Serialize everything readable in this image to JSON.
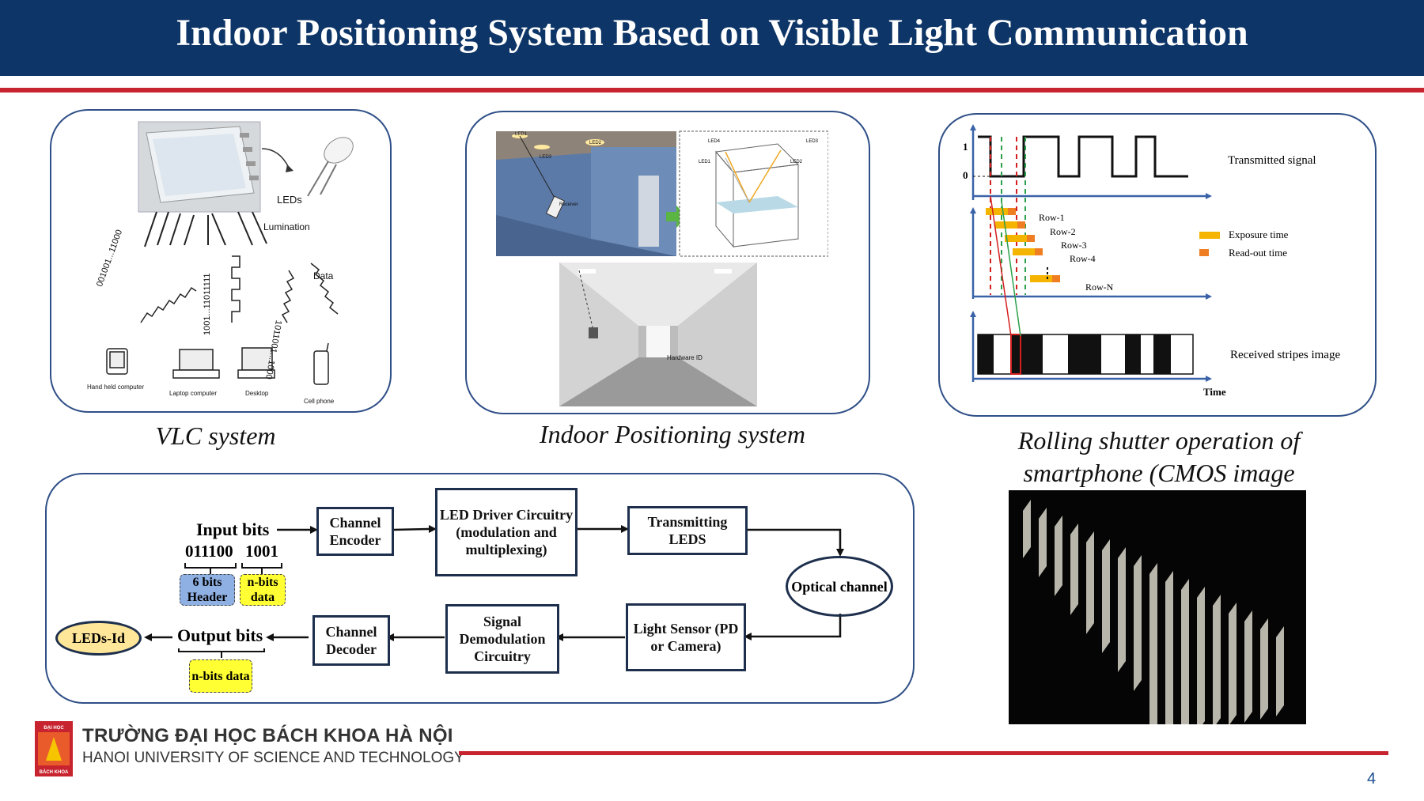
{
  "title": "Indoor Positioning System Based on Visible Light Communication",
  "vlc_panel": {
    "caption": "VLC system",
    "leds_label": "LEDs",
    "lumination_label": "Lumination",
    "data_label": "Data",
    "bitstreams": [
      "001001...11000",
      "1001...11011111",
      "1011001...1000"
    ],
    "devices": [
      "Hand held computer",
      "Laptop computer",
      "Desktop",
      "Cell phone"
    ]
  },
  "ips_panel": {
    "caption": "Indoor Positioning system",
    "led_labels": [
      "LED1",
      "LED2",
      "LED3",
      "LED4"
    ],
    "receiver_label": "Receiver",
    "hardware_label": "Hardware ID"
  },
  "rolling_panel": {
    "caption": "Rolling shutter operation of smartphone (CMOS image",
    "axis_one": "1",
    "axis_zero": "0",
    "transmitted_label": "Transmitted signal",
    "rows": [
      "Row-1",
      "Row-2",
      "Row-3",
      "Row-4",
      "Row-N"
    ],
    "exposure_label": "Exposure time",
    "readout_label": "Read-out time",
    "received_label": "Received stripes image",
    "time_label": "Time",
    "colors": {
      "exposure": "#f5b400",
      "readout": "#ef7d22"
    }
  },
  "flow": {
    "input_bits": "Input bits",
    "header_bits": "011100",
    "data_bits": "1001",
    "header_tag": "6 bits Header",
    "data_tag": "n-bits data",
    "channel_encoder": "Channel Encoder",
    "led_driver": "LED Driver Circuitry (modulation and multiplexing)",
    "transmitting": "Transmitting LEDS",
    "optical_channel": "Optical channel",
    "light_sensor": "Light Sensor (PD or Camera)",
    "signal_demod": "Signal Demodulation Circuitry",
    "channel_decoder": "Channel Decoder",
    "output_bits": "Output bits",
    "output_tag": "n-bits data",
    "leds_id": "LEDs-Id"
  },
  "footer": {
    "logo_text_top": "ĐẠI HỌC",
    "logo_text_bottom": "BÁCH KHOA",
    "university_vn": "TRƯỜNG ĐẠI HỌC BÁCH KHOA HÀ NỘI",
    "university_en": "HANOI UNIVERSITY OF SCIENCE AND TECHNOLOGY",
    "page_number": "4"
  },
  "colors": {
    "title_bg": "#0d3567",
    "accent_red": "#c8242f",
    "panel_border": "#2f4f87"
  }
}
